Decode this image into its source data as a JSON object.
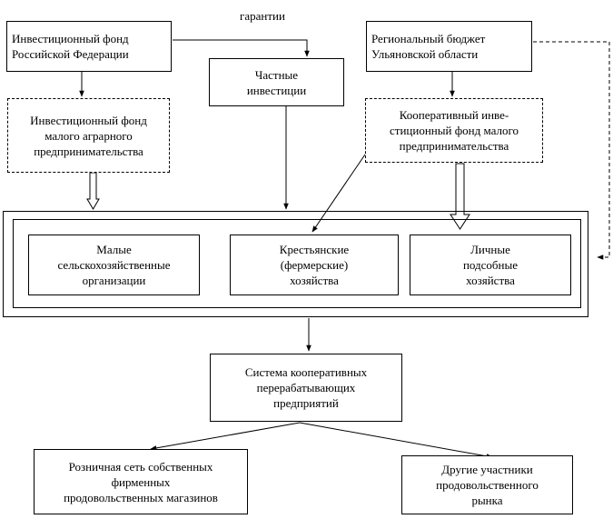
{
  "guarantees_label": "гарантии",
  "boxes": {
    "investment_fund_rf": "Инвестиционный фонд\nРоссийской Федерации",
    "private_investments": "Частные\nинвестиции",
    "regional_budget": "Региональный бюджет\nУльяновской области",
    "small_agrarian_fund": "Инвестиционный фонд\nмалого аграрного\nпредпринимательства",
    "cooperative_fund": "Кооперативный инве-\nстиционный фонд малого\nпредпринимательства",
    "small_agri_orgs": "Малые\nсельскохозяйственные\nорганизации",
    "peasant_farms": "Крестьянские\n(фермерские)\nхозяйства",
    "personal_farms": "Личные\nподсобные\nхозяйства",
    "processing_system": "Система кооперативных\nперерабатывающих\nпредприятий",
    "retail_network": "Розничная сеть собственных\nфирменных\nпродовольственных магазинов",
    "other_participants": "Другие участники\nпродовольственного\nрынка"
  }
}
